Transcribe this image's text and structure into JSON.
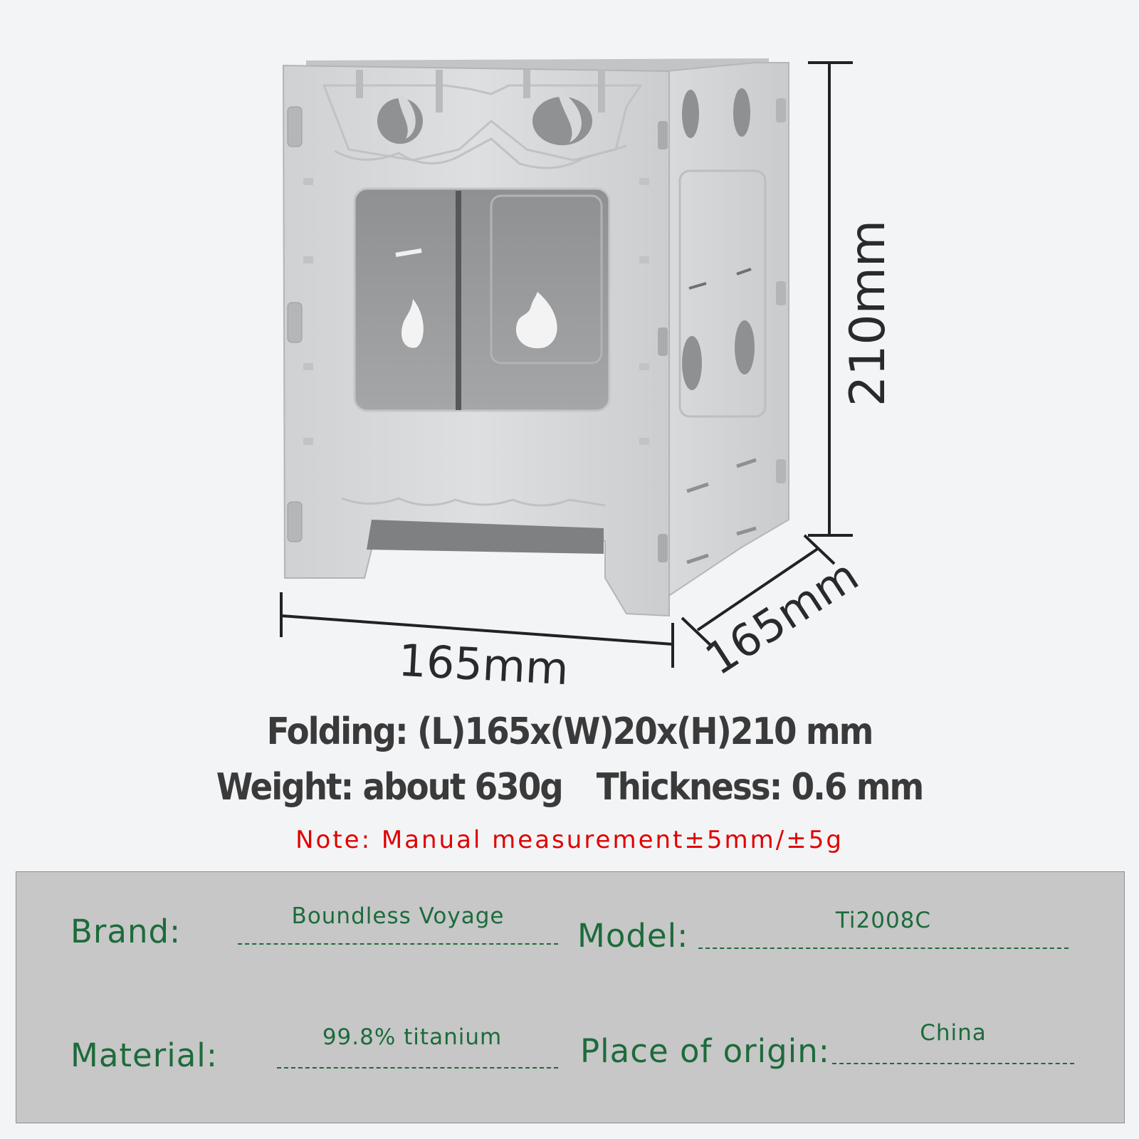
{
  "dimensions": {
    "height_label": "210mm",
    "length_label": "165mm",
    "depth_label": "165mm"
  },
  "specs": {
    "folding": "Folding: (L)165x(W)20x(H)210 mm",
    "weight": "Weight: about 630g",
    "thickness": "Thickness: 0.6 mm",
    "note": "Note: Manual measurement±5mm/±5g"
  },
  "info": {
    "brand_label": "Brand:",
    "brand_value": "Boundless Voyage",
    "model_label": "Model:",
    "model_value": "Ti2008C",
    "material_label": "Material:",
    "material_value": "99.8% titanium",
    "origin_label": "Place of origin:",
    "origin_value": "China"
  },
  "colors": {
    "background": "#f3f4f6",
    "panel": "#c7c7c7",
    "info_text": "#1d6b3b",
    "note_text": "#e00000",
    "spec_text": "#3a3a3a"
  },
  "icons": [
    "flame-icon",
    "stove-image"
  ]
}
